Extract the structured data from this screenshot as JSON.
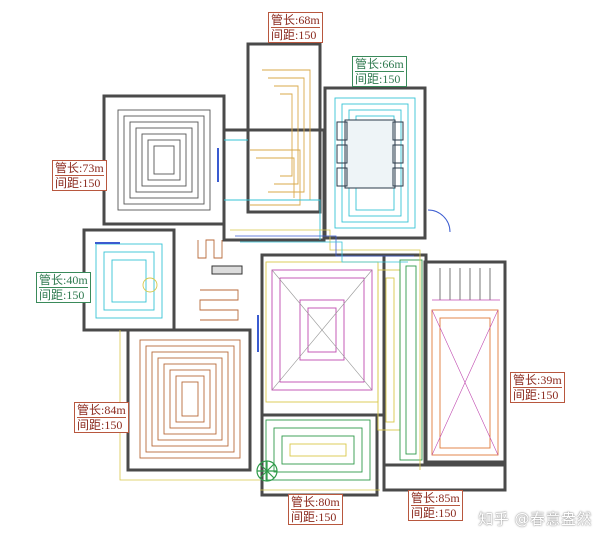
{
  "labels": {
    "room_top": {
      "length": "管长:68m",
      "spacing": "间距:150"
    },
    "room_top_right": {
      "length": "管长:66m",
      "spacing": "间距:150"
    },
    "room_left": {
      "length": "管长:73m",
      "spacing": "间距:150"
    },
    "room_mid_left": {
      "length": "管长:40m",
      "spacing": "间距:150"
    },
    "room_bottom_left": {
      "length": "管长:84m",
      "spacing": "间距:150"
    },
    "room_right": {
      "length": "管长:39m",
      "spacing": "间距:150"
    },
    "room_bottom_mid": {
      "length": "管长:80m",
      "spacing": "间距:150"
    },
    "room_bottom_right": {
      "length": "管长:85m",
      "spacing": "间距:150"
    }
  },
  "watermark": "知乎 @春意盎然",
  "colors": {
    "wall": "#4a4a4a",
    "pipe_orange": "#e07b39",
    "pipe_yellow": "#d9c84a",
    "pipe_cyan": "#35c3d6",
    "pipe_magenta": "#c04ab0",
    "pipe_green": "#2f9a4a",
    "pipe_blue": "#3a5bd0",
    "label_text": "#8b2a1e"
  }
}
